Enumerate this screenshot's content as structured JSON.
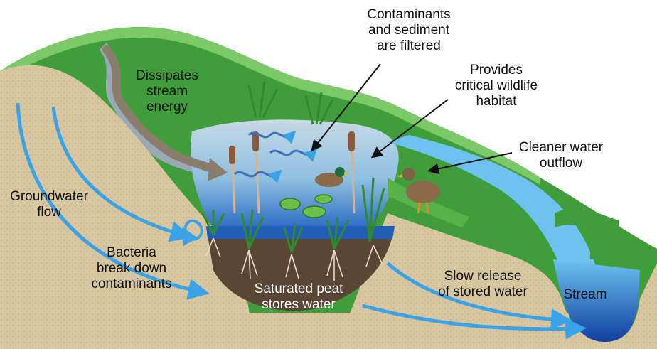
{
  "labels": {
    "contaminants": "Contaminants\nand sediment\nare filtered",
    "wildlife": "Provides\ncritical wildlife\nhabitat",
    "dissipates": "Dissipates\nstream\nenergy",
    "cleaner": "Cleaner water\noutflow",
    "groundwater": "Groundwater\nflow",
    "bacteria": "Bacteria\nbreak down\ncontaminants",
    "peat": "Saturated peat\nstores water",
    "slow_release": "Slow release\nof stored water",
    "stream": "Stream"
  },
  "colors": {
    "soil": "#d8c6a0",
    "grass": "#3f9e3a",
    "grass_light": "#7cc96a",
    "water": "#5fb0e6",
    "water_deep": "#1f5fb8",
    "peat": "#5b4636",
    "arrow_blue": "#3aa2e6",
    "arrow_brown": "#8b7d6b"
  }
}
